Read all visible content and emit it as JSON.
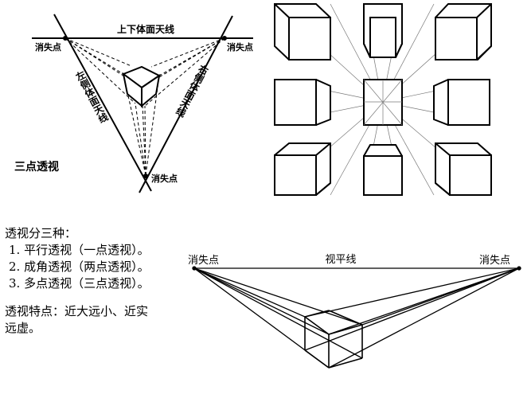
{
  "three_point": {
    "top_line_label": "上下体面天线",
    "vanish_left": "消失点",
    "vanish_right": "消失点",
    "vanish_bottom": "消失点",
    "left_face_label": "左侧体面天线",
    "right_face_label": "右侧体面天线",
    "title": "三点透视"
  },
  "notes": {
    "heading": "透视分三种：",
    "items": [
      "1. 平行透视（一点透视）。",
      "2. 成角透视（两点透视）。",
      "3. 多点透视（三点透视）。"
    ],
    "feature_line1": "透视特点：近大远小、近实",
    "feature_line2": "远虚。"
  },
  "two_point": {
    "vanish_left": "消失点",
    "horizon_label": "视平线",
    "vanish_right": "消失点"
  },
  "one_point": {
    "cube_count": 8
  }
}
